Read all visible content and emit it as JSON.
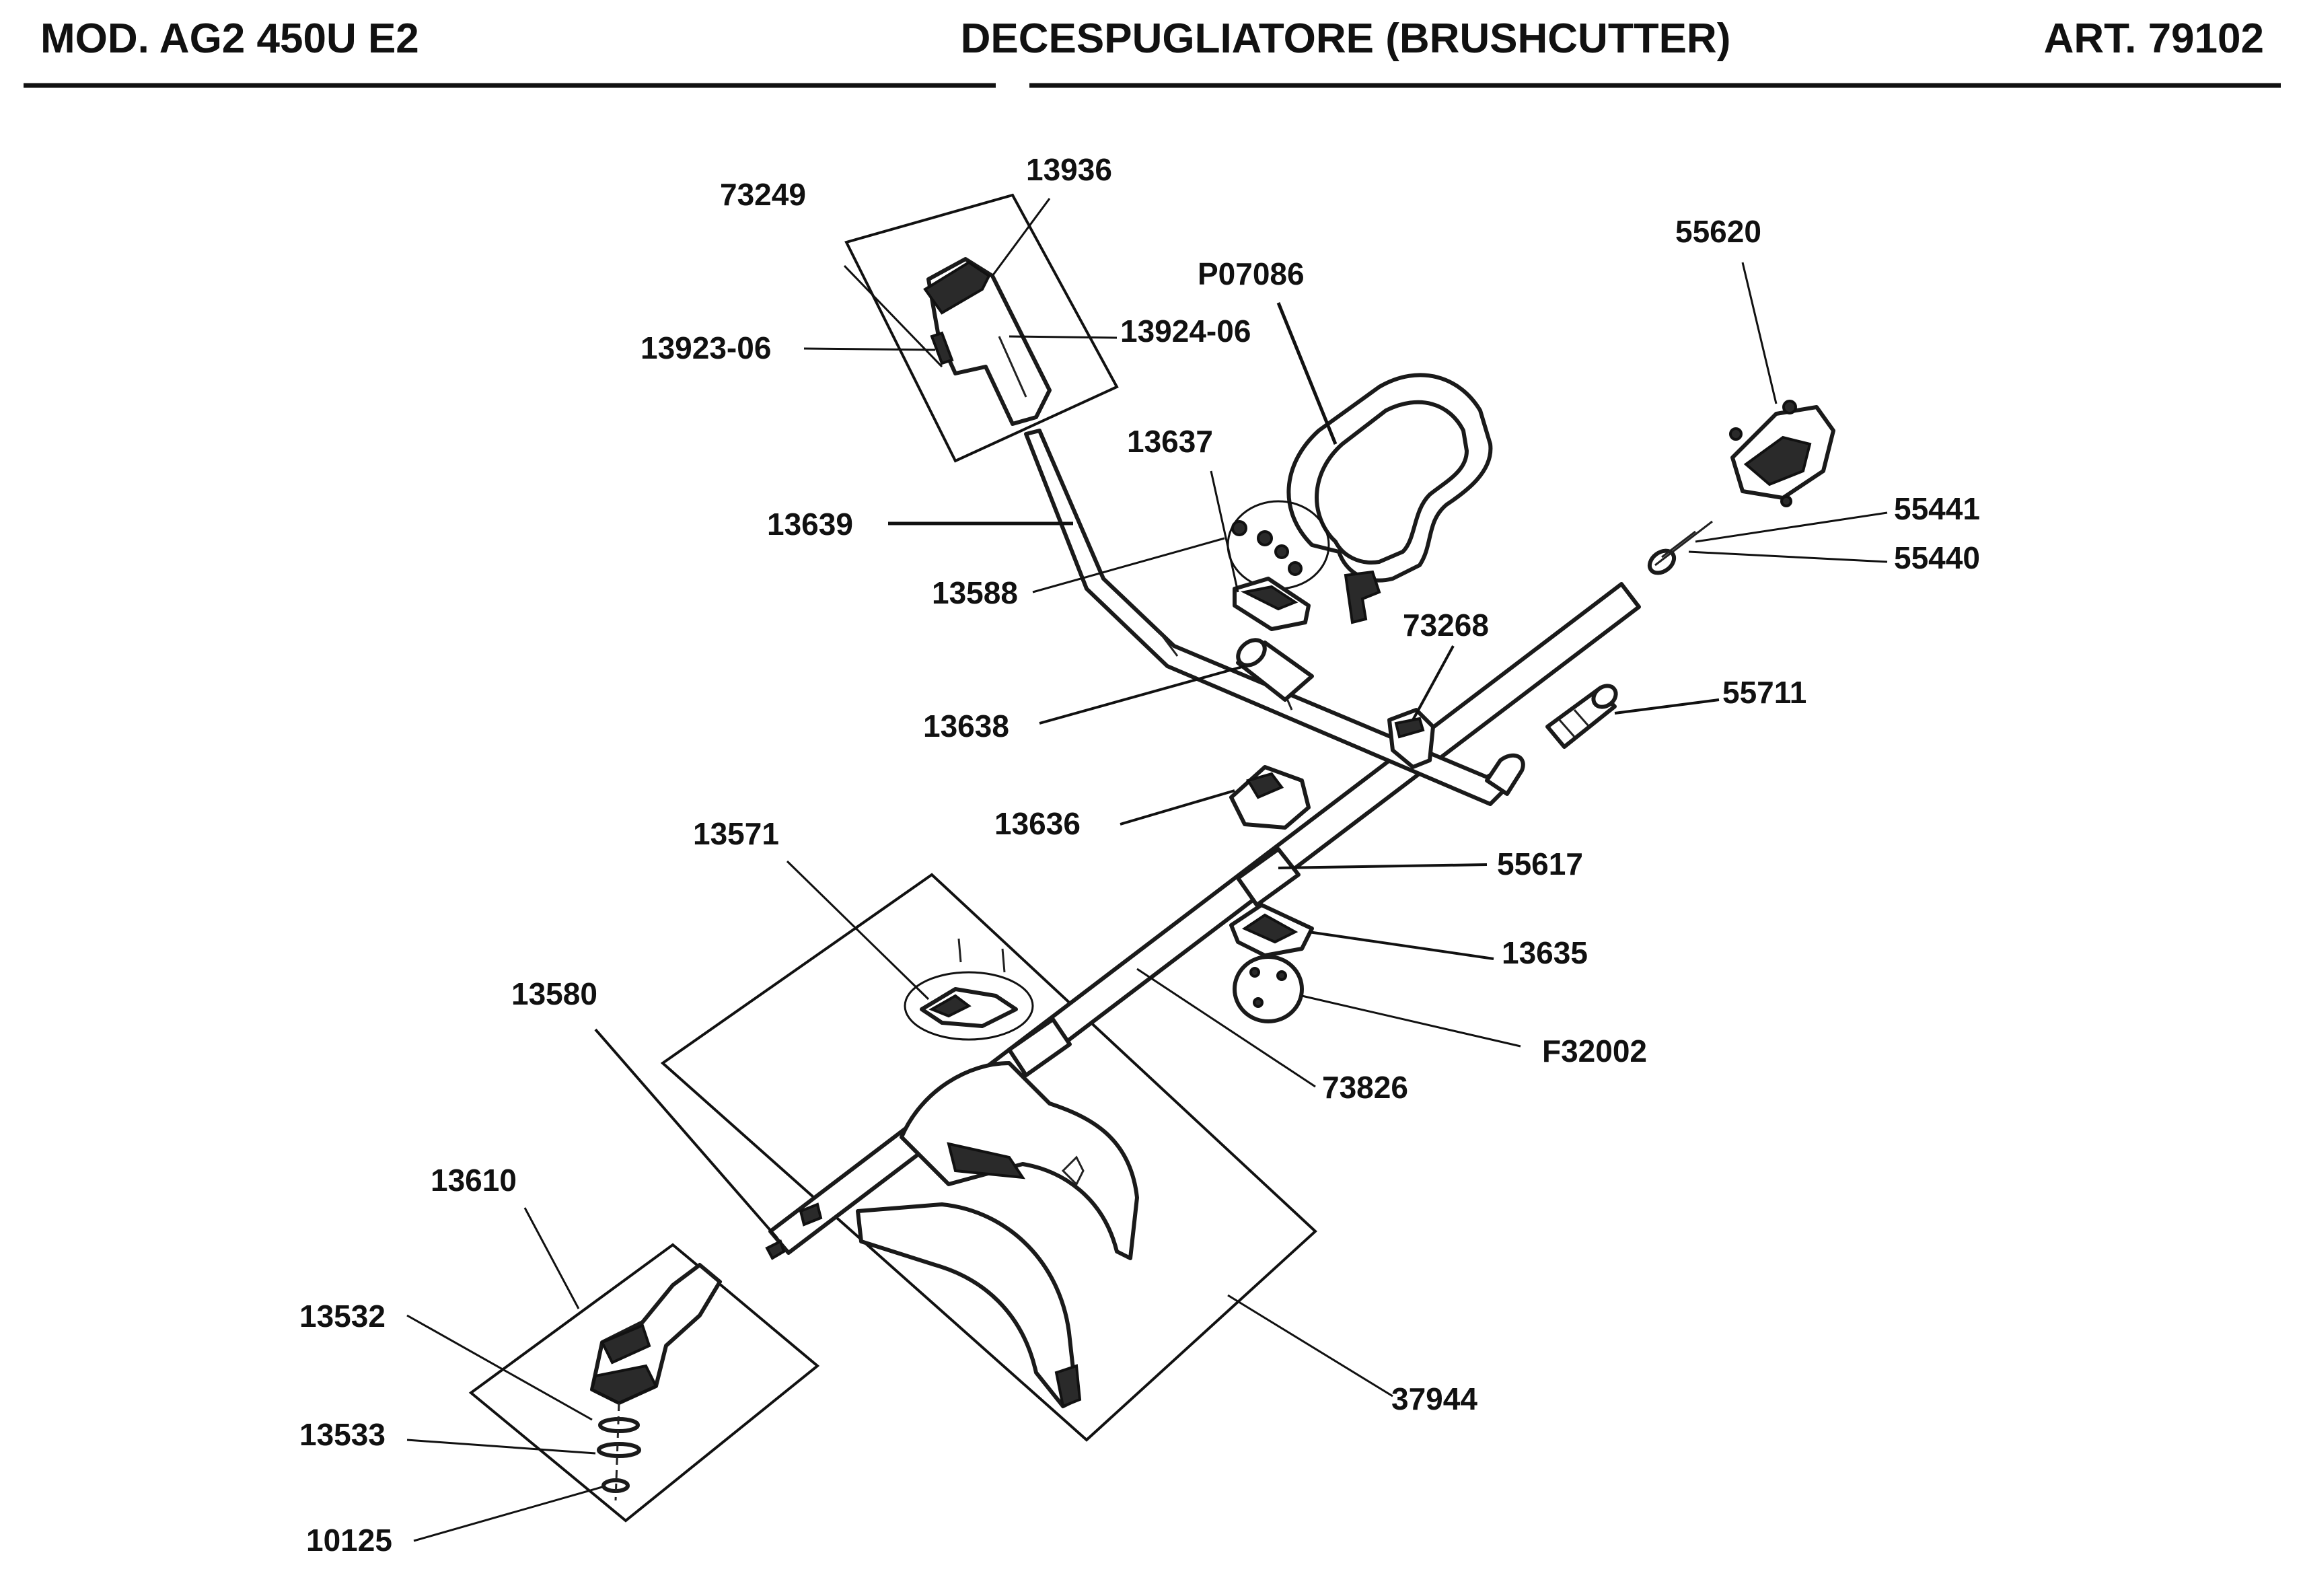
{
  "header": {
    "model": "MOD. AG2 450U E2",
    "title": "DECESPUGLIATORE (BRUSHCUTTER)",
    "article": "ART. 79102"
  },
  "parts": [
    {
      "id": "p73249",
      "label": "73249"
    },
    {
      "id": "p13936",
      "label": "13936"
    },
    {
      "id": "p13923",
      "label": "13923-06"
    },
    {
      "id": "p13924",
      "label": "13924-06"
    },
    {
      "id": "pP07086",
      "label": "P07086"
    },
    {
      "id": "p55620",
      "label": "55620"
    },
    {
      "id": "p13637",
      "label": "13637"
    },
    {
      "id": "p13639",
      "label": "13639"
    },
    {
      "id": "p13588",
      "label": "13588"
    },
    {
      "id": "p55441",
      "label": "55441"
    },
    {
      "id": "p55440",
      "label": "55440"
    },
    {
      "id": "p73268",
      "label": "73268"
    },
    {
      "id": "p13638",
      "label": "13638"
    },
    {
      "id": "p55711",
      "label": "55711"
    },
    {
      "id": "p13636",
      "label": "13636"
    },
    {
      "id": "p13571",
      "label": "13571"
    },
    {
      "id": "p55617",
      "label": "55617"
    },
    {
      "id": "p13635",
      "label": "13635"
    },
    {
      "id": "p13580",
      "label": "13580"
    },
    {
      "id": "pF32002",
      "label": "F32002"
    },
    {
      "id": "p73826",
      "label": "73826"
    },
    {
      "id": "p13610",
      "label": "13610"
    },
    {
      "id": "p13532",
      "label": "13532"
    },
    {
      "id": "p37944",
      "label": "37944"
    },
    {
      "id": "p13533",
      "label": "13533"
    },
    {
      "id": "p10125",
      "label": "10125"
    }
  ]
}
